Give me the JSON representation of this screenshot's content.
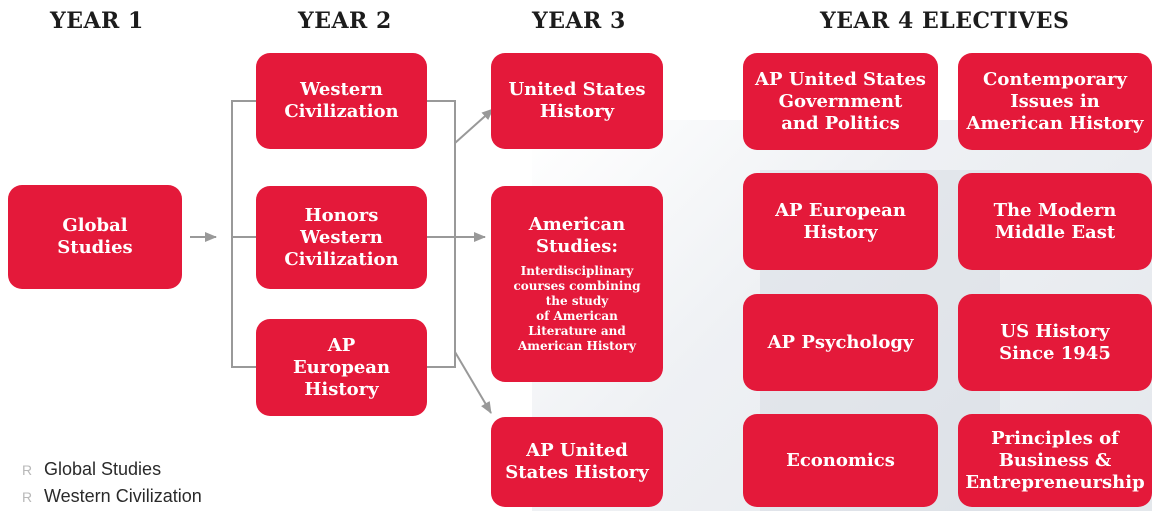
{
  "headings": {
    "year1": "YEAR 1",
    "year2": "YEAR 2",
    "year3": "YEAR 3",
    "year4": "YEAR 4 ELECTIVES"
  },
  "year1_course": "Global\nStudies",
  "year2_courses": [
    "Western\nCivilization",
    "Honors\nWestern\nCivilization",
    "AP\nEuropean\nHistory"
  ],
  "year3_courses": {
    "us_history": "United States\nHistory",
    "american_studies_title": "American\nStudies:",
    "american_studies_desc": "Interdisciplinary\ncourses combining\nthe study\nof American\nLiterature and\nAmerican History",
    "ap_us_history": "AP United\nStates History"
  },
  "year4_electives": [
    "AP United States\nGovernment\nand Politics",
    "Contemporary\nIssues in\nAmerican History",
    "AP European\nHistory",
    "The Modern\nMiddle East",
    "AP Psychology",
    "US History\nSince 1945",
    "Economics",
    "Principles of\nBusiness &\nEntrepreneurship"
  ],
  "requirements": {
    "marker": "R",
    "items": [
      "Global Studies",
      "Western Civilization"
    ]
  },
  "colors": {
    "box": "#e4193a",
    "connector": "#999999"
  }
}
